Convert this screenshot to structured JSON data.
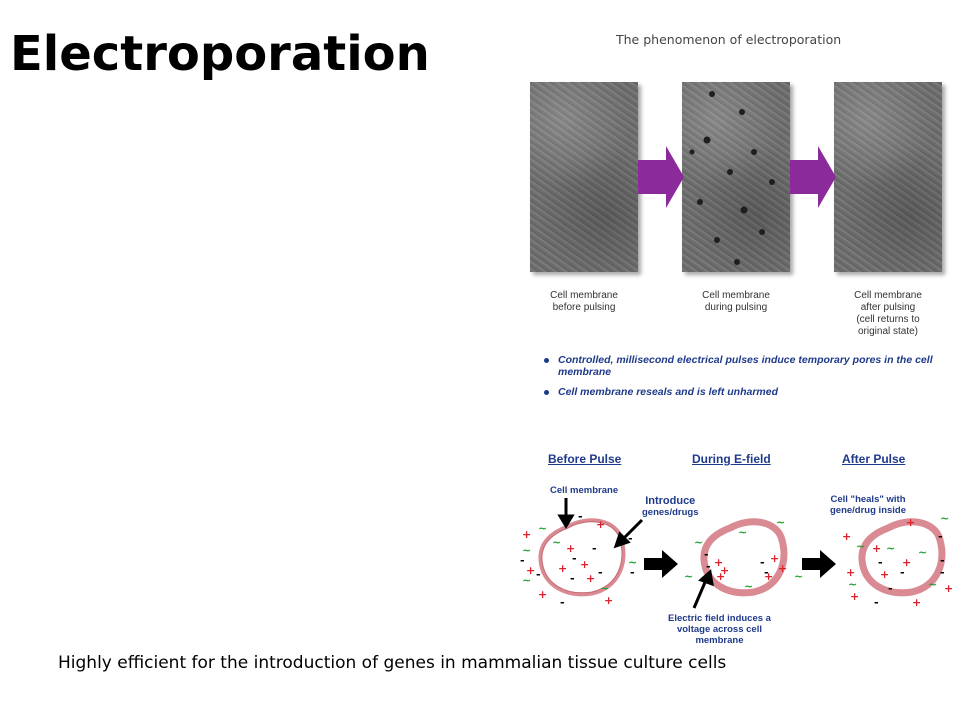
{
  "slide": {
    "title": "Electroporation",
    "caption": "Highly efficient for the introduction of genes in mammalian tissue culture cells"
  },
  "figure_top": {
    "title": "The phenomenon of electroporation",
    "labels": [
      [
        "Cell membrane",
        "before pulsing"
      ],
      [
        "Cell membrane",
        "during pulsing"
      ],
      [
        "Cell membrane",
        "after pulsing",
        "(cell returns to",
        "original state)"
      ]
    ],
    "bullets": [
      "Controlled, millisecond electrical pulses induce temporary pores in the cell membrane",
      "Cell membrane reseals and is left unharmed"
    ],
    "arrow_color": "#8b2a9b"
  },
  "figure_bottom": {
    "headers": [
      "Before Pulse",
      "During E-field",
      "After Pulse"
    ],
    "notes": {
      "cell_membrane": "Cell membrane",
      "introduce": [
        "Introduce",
        "genes/drugs"
      ],
      "heals": [
        "Cell \"heals\" with",
        "gene/drug inside"
      ],
      "field": [
        "Electric field induces a",
        "voltage across cell",
        "membrane"
      ]
    },
    "colors": {
      "plus": "#e0202a",
      "tilde": "#1aa32a",
      "minus": "#000000",
      "membrane": "#d98a92",
      "membrane_fill": "#fde8ea",
      "text": "#1f3a8a"
    }
  }
}
